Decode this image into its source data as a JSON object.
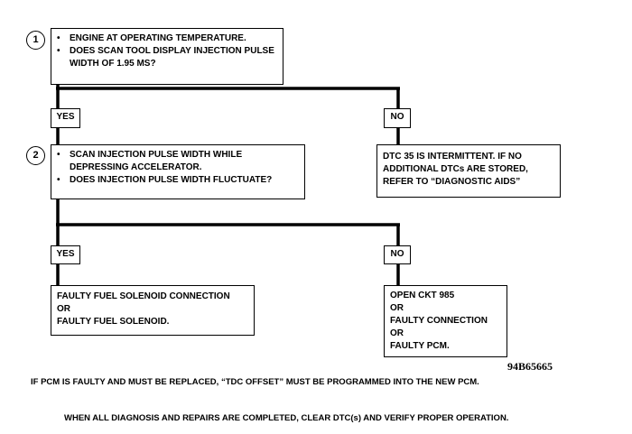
{
  "step1": {
    "number": "1",
    "bullets": [
      "ENGINE AT OPERATING TEMPERATURE.",
      "DOES SCAN TOOL DISPLAY INJECTION PULSE WIDTH OF 1.95 MS?"
    ]
  },
  "step1_yes": "YES",
  "step1_no": "NO",
  "step1_no_result": "DTC 35 IS INTERMITTENT.  IF NO ADDITIONAL DTCs ARE STORED, REFER TO “DIAGNOSTIC AIDS”",
  "step2": {
    "number": "2",
    "bullets": [
      "SCAN INJECTION PULSE WIDTH WHILE DEPRESSING ACCELERATOR.",
      "DOES INJECTION PULSE WIDTH FLUCTUATE?"
    ]
  },
  "step2_yes": "YES",
  "step2_no": "NO",
  "yes_result": [
    "FAULTY FUEL SOLENOID CONNECTION",
    "OR",
    "FAULTY FUEL SOLENOID."
  ],
  "no_result": [
    "OPEN CKT 985",
    "OR",
    "FAULTY CONNECTION",
    "OR",
    "FAULTY PCM."
  ],
  "figure_id": "94B65665",
  "note1": "IF PCM IS FAULTY AND MUST BE REPLACED, “TDC OFFSET” MUST BE PROGRAMMED INTO THE NEW PCM.",
  "note2": "WHEN ALL DIAGNOSIS AND REPAIRS ARE COMPLETED, CLEAR DTC(s) AND VERIFY PROPER OPERATION."
}
